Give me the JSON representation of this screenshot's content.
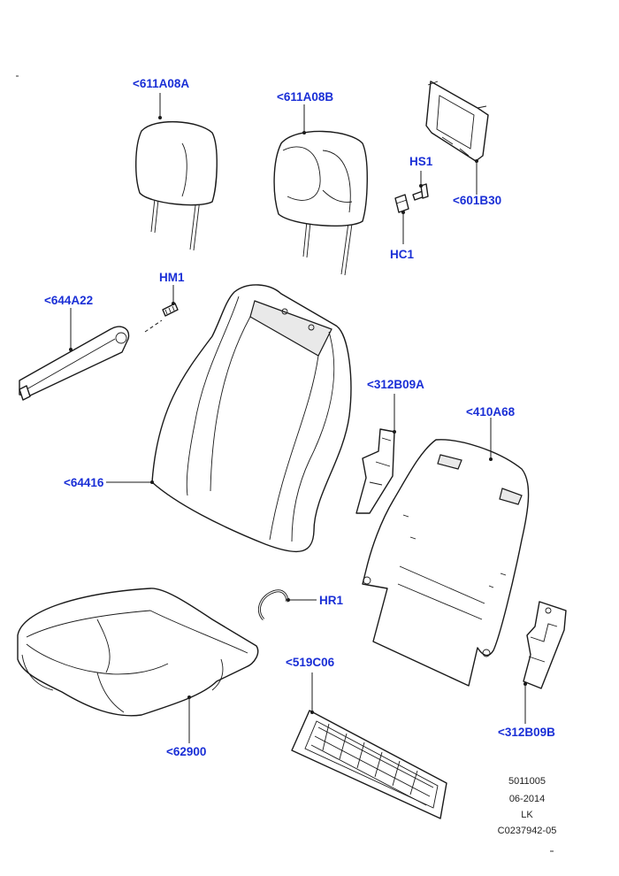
{
  "colors": {
    "callout": "#1a2fd6",
    "line": "#1a1a1a",
    "meta": "#222222"
  },
  "callouts": {
    "headrest_a": "<611A08A",
    "headrest_b": "<611A08B",
    "bezel": "<601B30",
    "hs1": "HS1",
    "hc1": "HC1",
    "hm1": "HM1",
    "armrest": "<644A22",
    "backrest": "<64416",
    "bracket_a": "<312B09A",
    "back_panel": "<410A68",
    "hr1": "HR1",
    "cushion": "<62900",
    "mesh": "<519C06",
    "bracket_b": "<312B09B"
  },
  "meta": {
    "line1": "5011005",
    "line2": "06-2014",
    "line3": "LK",
    "line4": "C0237942-05"
  }
}
